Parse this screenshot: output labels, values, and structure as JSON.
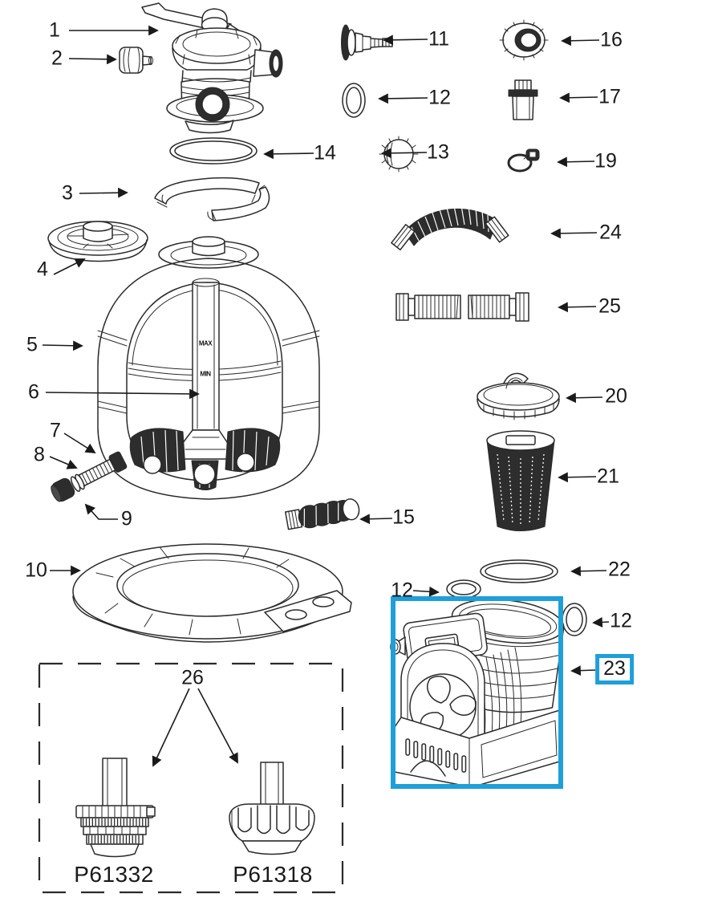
{
  "diagram": {
    "highlight_color": "#1f9fd9",
    "tank_markings": {
      "max": "MAX",
      "min": "MIN"
    },
    "callouts": {
      "c1": "1",
      "c2": "2",
      "c3": "3",
      "c4": "4",
      "c5": "5",
      "c6": "6",
      "c7": "7",
      "c8": "8",
      "c9": "9",
      "c10": "10",
      "c11": "11",
      "c12a": "12",
      "c12b": "12",
      "c12c": "12",
      "c13": "13",
      "c14": "14",
      "c15": "15",
      "c16": "16",
      "c17": "17",
      "c19": "19",
      "c20": "20",
      "c21": "21",
      "c22": "22",
      "c23": "23",
      "c24": "24",
      "c25": "25",
      "c26": "26"
    },
    "inset_part_codes": {
      "left": "P61332",
      "right": "P61318"
    }
  }
}
